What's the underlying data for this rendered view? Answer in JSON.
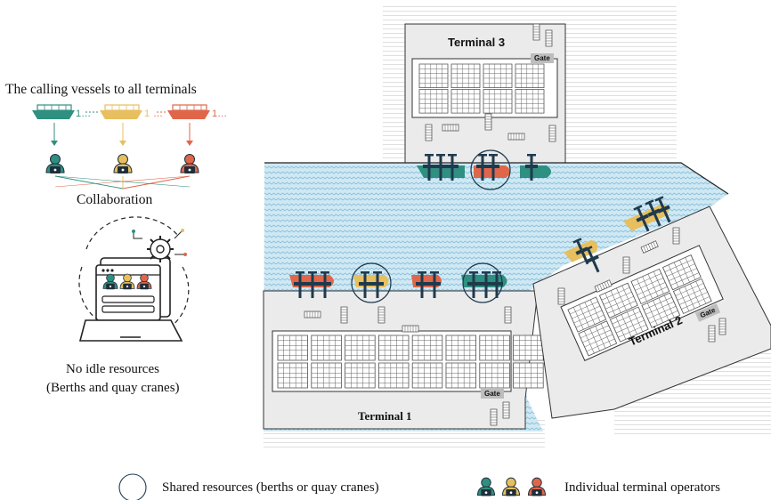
{
  "left_panel": {
    "calling_vessels": "The calling vessels to all terminals",
    "collaboration": "Collaboration",
    "no_idle_line1": "No idle resources",
    "no_idle_line2": "(Berths and quay cranes)"
  },
  "terminals": {
    "t1": "Terminal 1",
    "t2": "Terminal 2",
    "t3": "Terminal 3",
    "gate": "Gate"
  },
  "legend": {
    "shared": "Shared resources (berths or quay cranes)",
    "operators": "Individual terminal operators"
  },
  "colors": {
    "teal": "#2f8f80",
    "yellow": "#e8bf5f",
    "red": "#e0664a",
    "water": "#c7e4f0",
    "land": "#ebebeb",
    "crane": "#1f3a4d"
  }
}
